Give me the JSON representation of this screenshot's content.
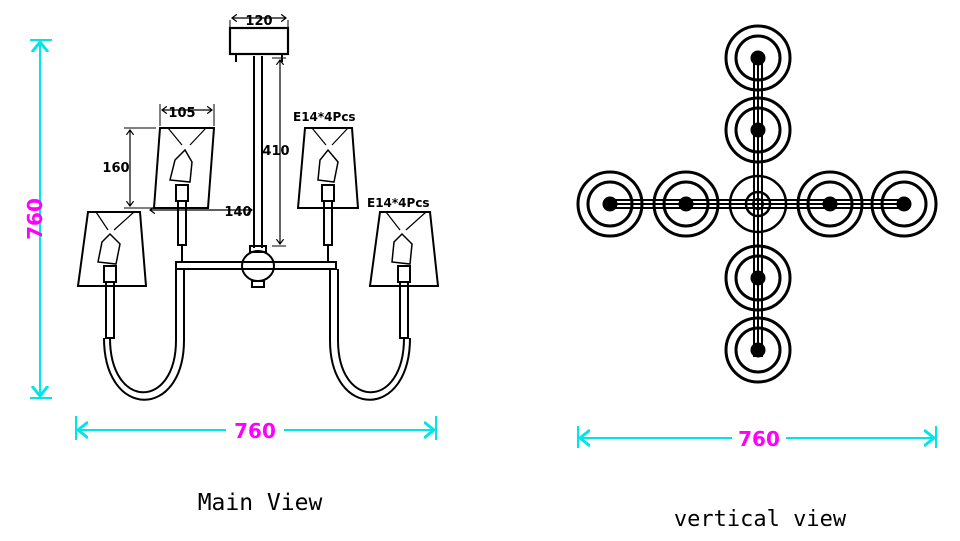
{
  "views": {
    "main_label": "Main View",
    "vertical_label": "vertical view"
  },
  "dimensions": {
    "canopy_width": "120",
    "shade_width": "105",
    "shade_height": "160",
    "arm_spacing": "140",
    "rod_length": "410",
    "bulb_spec_upper": "E14*4Pcs",
    "bulb_spec_lower": "E14*4Pcs",
    "overall_height": "760",
    "overall_width_main": "760",
    "overall_width_vertical": "760"
  },
  "colors": {
    "line": "#000000",
    "cyan_dim": "#00e5e5",
    "magenta_text": "#ff00ff",
    "background": "#ffffff"
  }
}
